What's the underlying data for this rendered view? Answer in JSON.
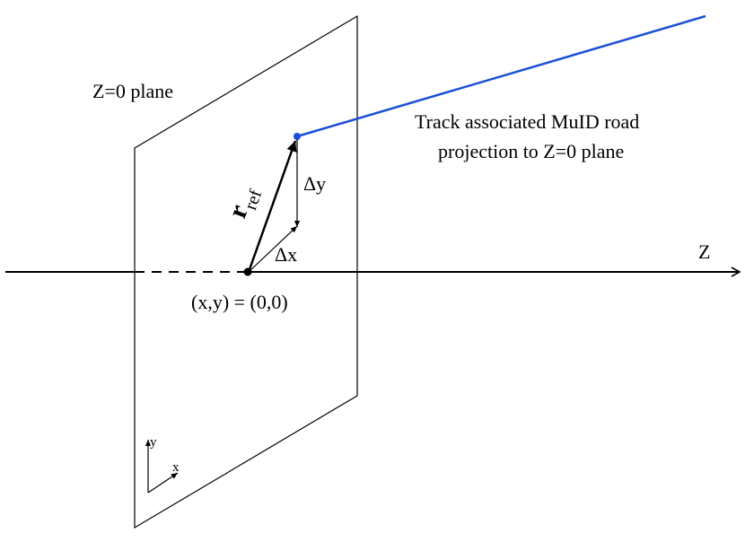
{
  "labels": {
    "plane": "Z=0 plane",
    "track_line1": "Track associated MuID road",
    "track_line2": "projection to Z=0 plane",
    "z_axis": "Z",
    "origin": "(x,y) = (0,0)",
    "delta_y": "Δy",
    "delta_x": "Δx",
    "r_symbol": "r",
    "r_subscript": "ref",
    "local_y": "y",
    "local_x": "x"
  },
  "colors": {
    "track": "#1a4fd6",
    "lines": "#000000",
    "background": "#ffffff"
  }
}
